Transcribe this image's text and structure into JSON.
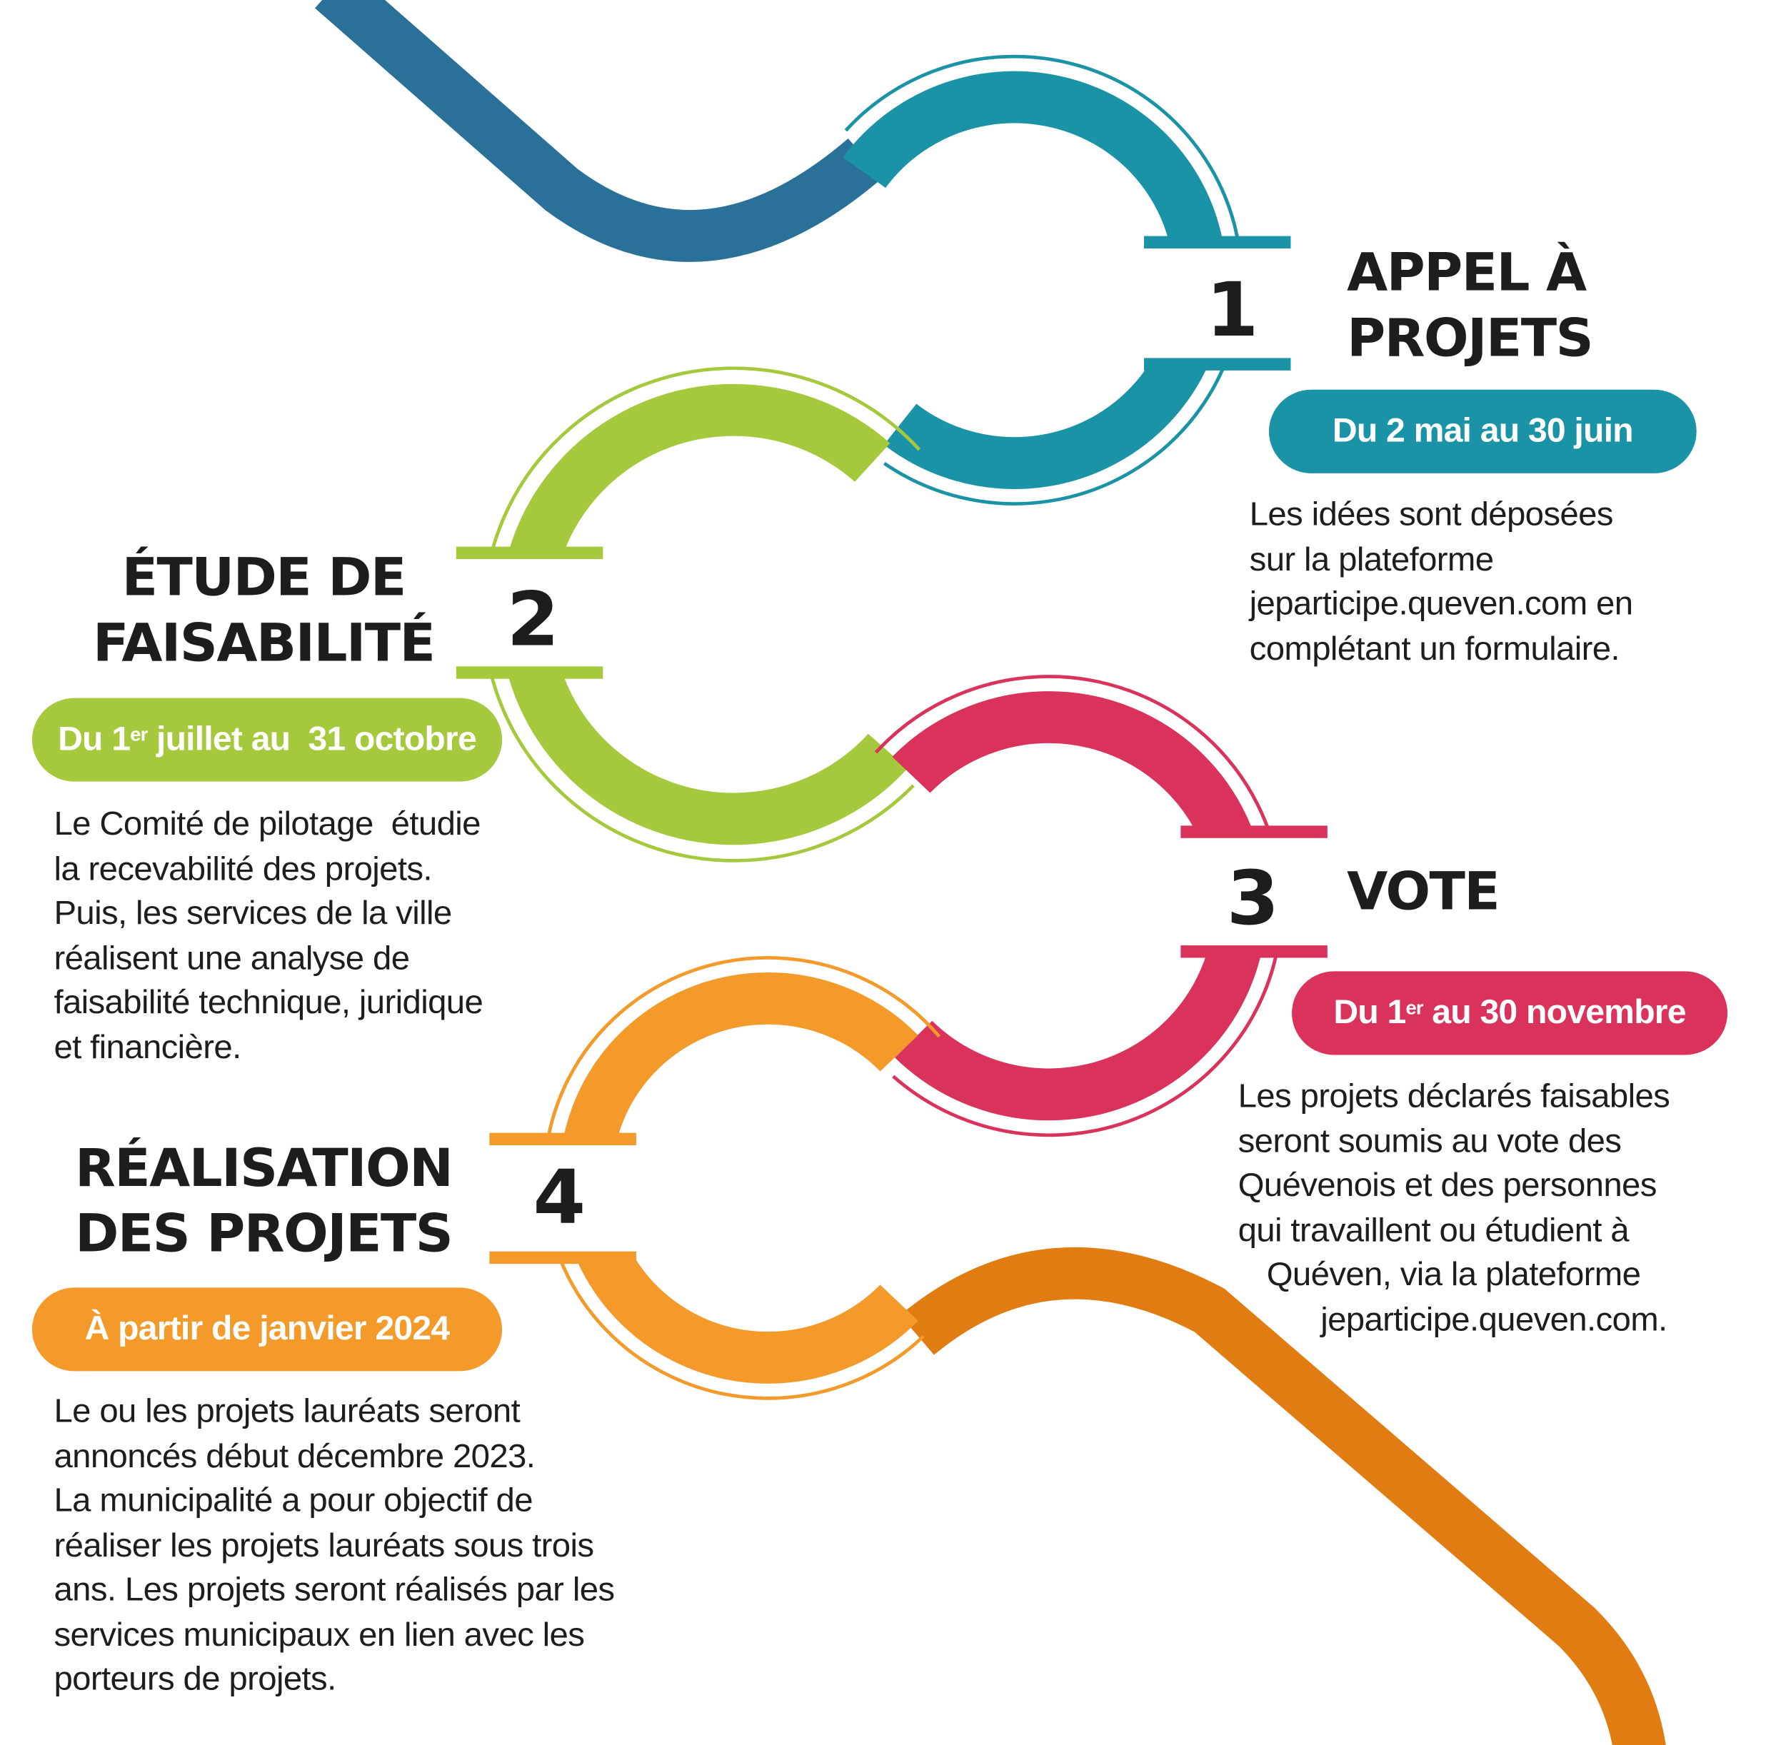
{
  "colors": {
    "blue": "#2a7199",
    "teal": "#1b93a6",
    "green": "#a6c83c",
    "pink": "#d9335c",
    "orange": "#f39a2b",
    "dark_orange": "#e07c12",
    "text": "#1d1d1b"
  },
  "steps": [
    {
      "number": "1",
      "title_lines": [
        "Appel à",
        "projets"
      ],
      "date": {
        "prefix": "Du 2 mai au 30 juin",
        "sup": "",
        "suffix": ""
      },
      "description_lines": [
        "Les idées sont déposées",
        "sur la plateforme",
        "jeparticipe.queven.com en",
        "complétant un formulaire."
      ]
    },
    {
      "number": "2",
      "title_lines": [
        "Étude de",
        "faisabilité"
      ],
      "date": {
        "prefix": "Du 1",
        "sup": "er",
        "suffix": " juillet au  31 octobre"
      },
      "description_lines": [
        "Le Comité de pilotage  étudie",
        "la recevabilité des projets.",
        "Puis, les services de la ville",
        "réalisent une analyse de",
        "faisabilité technique, juridique",
        "et financière."
      ]
    },
    {
      "number": "3",
      "title_lines": [
        "Vote"
      ],
      "date": {
        "prefix": "Du 1",
        "sup": "er",
        "suffix": " au 30 novembre"
      },
      "description_lines": [
        "Les projets déclarés faisables",
        "seront soumis au vote des",
        "Quévenois et des personnes",
        "qui travaillent ou étudient à",
        "Quéven, via la plateforme",
        "jeparticipe.queven.com."
      ]
    },
    {
      "number": "4",
      "title_lines": [
        "Réalisation",
        "des projets"
      ],
      "date": {
        "prefix": "À partir de janvier 2024",
        "sup": "",
        "suffix": ""
      },
      "description_lines": [
        "Le ou les projets lauréats seront",
        "annoncés début décembre 2023.",
        "La municipalité a pour objectif de",
        "réaliser les projets lauréats sous trois",
        "ans. Les projets seront réalisés par les",
        "services municipaux en lien avec les",
        "porteurs de projets."
      ]
    }
  ]
}
